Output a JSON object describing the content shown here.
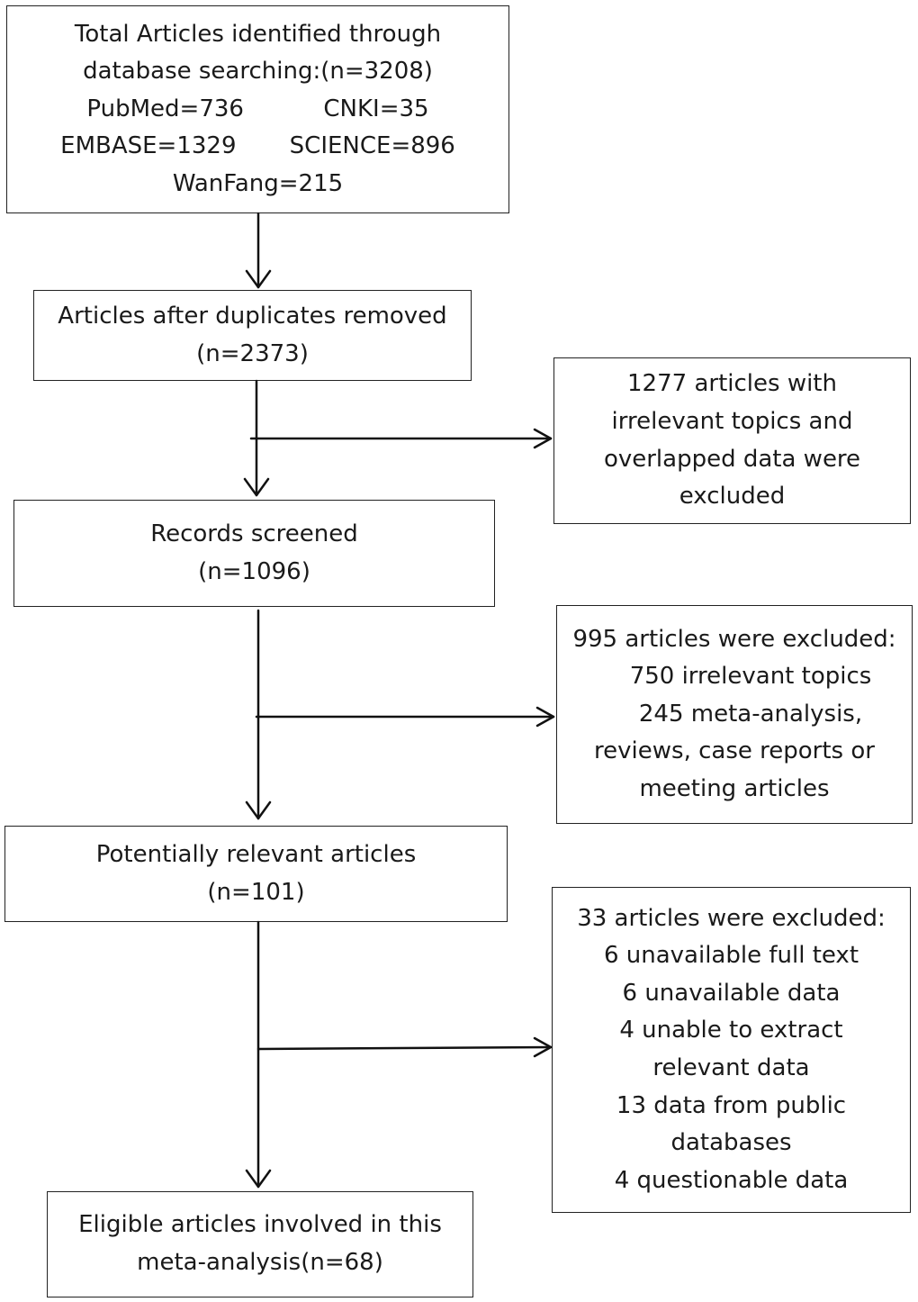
{
  "sources": {
    "line1": "Total Articles identified through",
    "line2": "database searching:(n=3208)",
    "pubmed": "PubMed=736",
    "cnki": "CNKI=35",
    "embase": "EMBASE=1329",
    "science": "SCIENCE=896",
    "wanfang": "WanFang=215"
  },
  "dedup": {
    "line1": "Articles after duplicates removed",
    "line2": "(n=2373)"
  },
  "excluded_1": {
    "lines": [
      "1277 articles with",
      "irrelevant topics and",
      "overlapped data were",
      "excluded"
    ]
  },
  "screened": {
    "line1": "Records screened",
    "line2": "(n=1096)"
  },
  "excluded_2": {
    "lines": [
      "995 articles were excluded:",
      "750 irrelevant topics",
      "245 meta-analysis,",
      "reviews, case reports or",
      "meeting articles"
    ]
  },
  "relevant": {
    "line1": "Potentially relevant articles",
    "line2": "(n=101)"
  },
  "excluded_3": {
    "lines": [
      "33 articles were excluded:",
      "6 unavailable full text",
      "6 unavailable data",
      "4 unable to extract",
      "relevant data",
      "13 data from public",
      "databases",
      "4 questionable data"
    ]
  },
  "eligible": {
    "line1": "Eligible articles involved in this",
    "line2": "meta-analysis(n=68)"
  }
}
